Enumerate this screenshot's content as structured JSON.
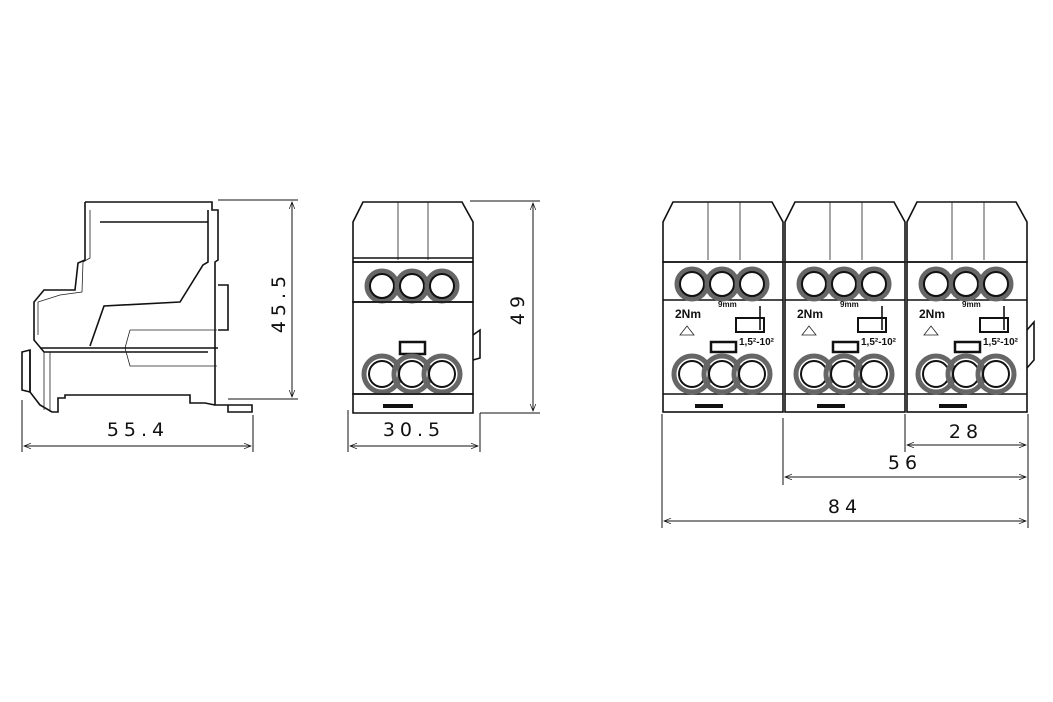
{
  "drawing": {
    "views": [
      {
        "name": "side-view",
        "dimensions": {
          "width": "55.4",
          "height": "45.5"
        }
      },
      {
        "name": "front-view",
        "dimensions": {
          "width": "30.5",
          "height": "49"
        }
      },
      {
        "name": "assembly-3x-view",
        "dimensions": {
          "single_pitch": "28",
          "double_pitch": "56",
          "total_width": "84"
        }
      }
    ],
    "module_labels": {
      "torque": "2Nm",
      "strip_length": "9mm",
      "cross_section": "1,5²-10²"
    },
    "module_count": 3
  }
}
